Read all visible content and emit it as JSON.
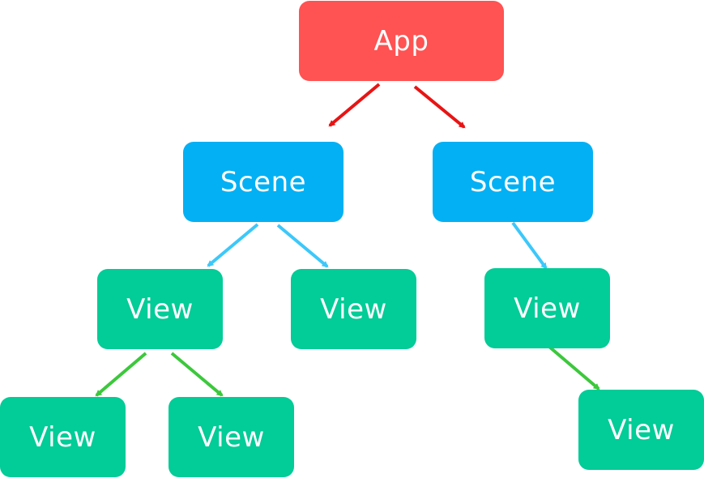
{
  "colors": {
    "app": "#ff5252",
    "scene": "#03b0f4",
    "view": "#02cc97",
    "edge_app": "#e81414",
    "edge_scene": "#3cc8fa",
    "edge_view": "#3cc83c"
  },
  "nodes": {
    "app": {
      "label": "App"
    },
    "scene_left": {
      "label": "Scene"
    },
    "scene_right": {
      "label": "Scene"
    },
    "view_1": {
      "label": "View"
    },
    "view_2": {
      "label": "View"
    },
    "view_3": {
      "label": "View"
    },
    "view_4": {
      "label": "View"
    },
    "view_5": {
      "label": "View"
    },
    "view_6": {
      "label": "View"
    }
  },
  "edges": [
    {
      "from": "app",
      "to": "scene_left"
    },
    {
      "from": "app",
      "to": "scene_right"
    },
    {
      "from": "scene_left",
      "to": "view_1"
    },
    {
      "from": "scene_left",
      "to": "view_2"
    },
    {
      "from": "scene_right",
      "to": "view_3"
    },
    {
      "from": "view_1",
      "to": "view_4"
    },
    {
      "from": "view_1",
      "to": "view_5"
    },
    {
      "from": "view_3",
      "to": "view_6"
    }
  ]
}
